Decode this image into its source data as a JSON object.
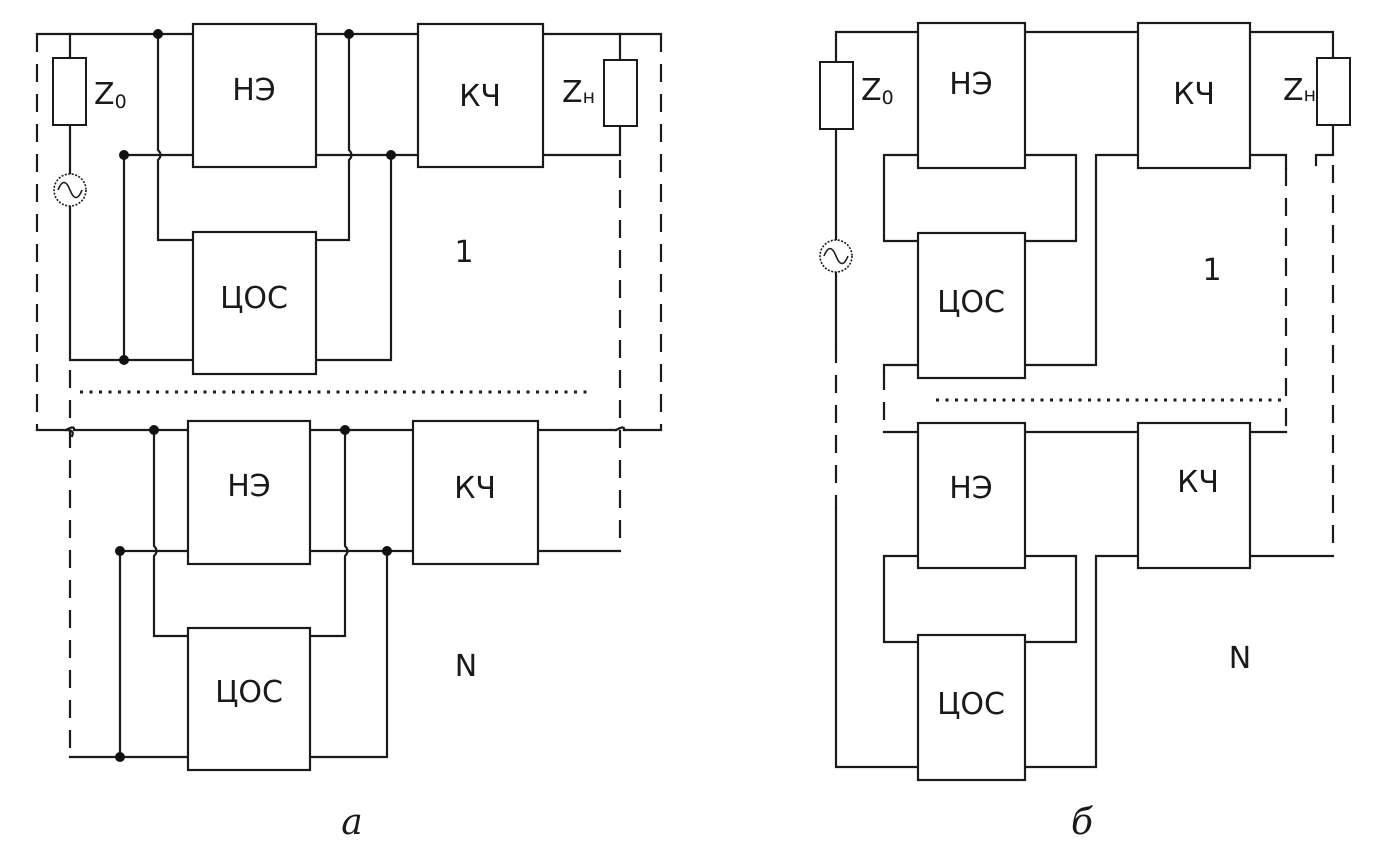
{
  "figure": {
    "panels": [
      {
        "id": "a",
        "caption": "а",
        "source": {
          "impedance_label": "Z",
          "impedance_sub": "0",
          "generator": "ac-source-icon"
        },
        "load": {
          "impedance_label": "Z",
          "impedance_sub": "н"
        },
        "stages": [
          {
            "index": "1",
            "blocks": {
              "nonlinear": "НЭ",
              "feedback": "ЦОС",
              "frequency_corrector": "КЧ"
            }
          },
          {
            "index": "N",
            "blocks": {
              "nonlinear": "НЭ",
              "feedback": "ЦОС",
              "frequency_corrector": "КЧ"
            }
          }
        ]
      },
      {
        "id": "b",
        "caption": "б",
        "source": {
          "impedance_label": "Z",
          "impedance_sub": "0",
          "generator": "ac-source-icon"
        },
        "load": {
          "impedance_label": "Z",
          "impedance_sub": "н"
        },
        "stages": [
          {
            "index": "1",
            "blocks": {
              "nonlinear": "НЭ",
              "feedback": "ЦОС",
              "frequency_corrector": "КЧ"
            }
          },
          {
            "index": "N",
            "blocks": {
              "nonlinear": "НЭ",
              "feedback": "ЦОС",
              "frequency_corrector": "КЧ"
            }
          }
        ]
      }
    ]
  }
}
